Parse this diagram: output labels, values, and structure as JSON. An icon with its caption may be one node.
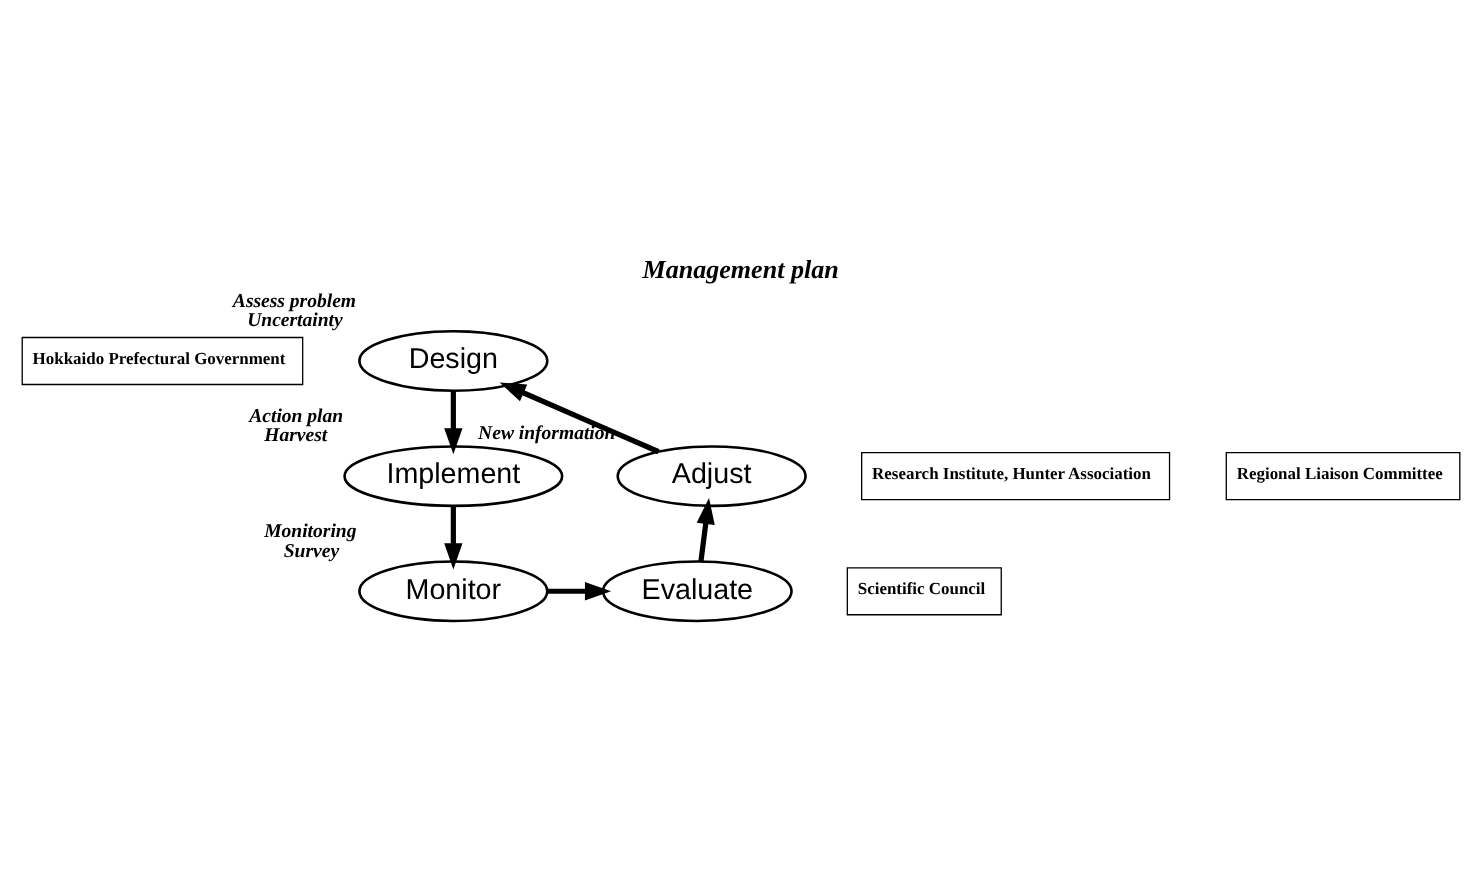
{
  "diagram": {
    "title": "Management plan",
    "nodes": [
      {
        "text": [
          "Hokkaido Prefectural Government"
        ]
      },
      {
        "text": [
          "Design"
        ],
        "beside": [
          "Assess problem",
          "Uncertainty"
        ]
      },
      {
        "text": [
          "Implement"
        ],
        "beside": [
          "Action plan",
          "Harvest"
        ]
      },
      {
        "text": [
          "Research Institute, Hunter Association"
        ]
      },
      {
        "text": [
          "Monitor"
        ],
        "beside": [
          "Monitoring",
          "Survey"
        ]
      },
      {
        "text": [
          "Evaluate"
        ]
      },
      {
        "text": [
          "Scientific Council"
        ]
      },
      {
        "text": [
          "Adjust"
        ],
        "beside": [
          "New information"
        ]
      },
      {
        "text": [
          "Regional Liaison Committee"
        ]
      }
    ],
    "edges": [
      {
        "from": 7,
        "to": 1,
        "arrow": "to"
      },
      {
        "from": 1,
        "to": 2,
        "arrow": "to"
      },
      {
        "from": 2,
        "to": 4,
        "arrow": "to"
      },
      {
        "from": 4,
        "to": 5,
        "arrow": "to"
      },
      {
        "from": 5,
        "to": 7,
        "arrow": "to"
      }
    ]
  }
}
